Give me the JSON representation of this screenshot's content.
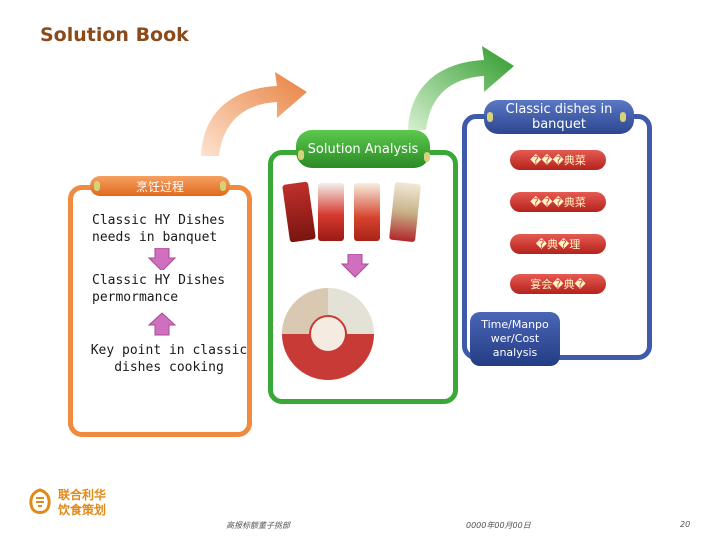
{
  "page": {
    "title": "Solution Book"
  },
  "stages": {
    "orange": {
      "label": "烹饪过程"
    },
    "green": {
      "label": "Solution Analysis"
    },
    "blue": {
      "label": "Classic dishes in banquet"
    }
  },
  "left_items": [
    "Classic HY Dishes needs in banquet",
    "Classic HY Dishes permormance",
    "Key point in classic dishes cooking"
  ],
  "analysis_box": {
    "label": "Time/Manpo wer/Cost analysis"
  },
  "blue_buttons": [
    "���典菜",
    "���典菜",
    "�典�理",
    "宴会�典�"
  ],
  "footer": {
    "logo_line1": "联合利华",
    "logo_line2": "饮食策划",
    "department": "高报标额董子挑部",
    "date": "0000年00月00日",
    "page_number": "20"
  },
  "colors": {
    "orange": "#ef8a3e",
    "green": "#38a936",
    "blue": "#3f5aa8",
    "red": "#c0302a",
    "title": "#8a4a1a"
  },
  "icons": [
    "curved-arrow-orange-icon",
    "curved-arrow-green-icon",
    "down-arrow-icon",
    "up-arrow-icon",
    "unilever-logo-icon"
  ]
}
